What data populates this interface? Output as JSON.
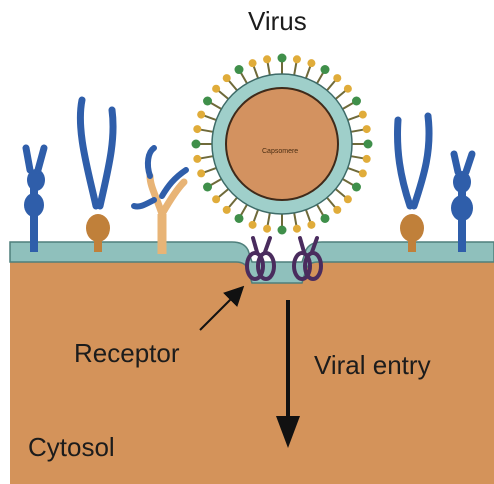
{
  "labels": {
    "virus": "Virus",
    "capsid": "Capsomere",
    "receptor": "Receptor",
    "viral_entry": "Viral entry",
    "cytosol": "Cytosol"
  },
  "colors": {
    "cytosol": "#d4935a",
    "membrane": "#8fc0bc",
    "membrane_edge": "#4f7f7b",
    "virus_core": "#d39260",
    "virus_shell": "#9fcfca",
    "spike_stalk": "#6f6a3a",
    "spike_tip_yellow": "#e0ac3a",
    "spike_tip_green": "#3f8f4a",
    "receptor": "#4a2c5e",
    "glycoprotein_blue": "#2f5eaa",
    "glycoprotein_orange": "#c0803a",
    "glycoprotein_tan": "#e8b476",
    "arrow": "#111111"
  },
  "icons": [
    "virus-particle-icon",
    "receptor-icon",
    "glycoprotein-icon",
    "entry-arrow-icon",
    "pointer-arrow-icon"
  ]
}
